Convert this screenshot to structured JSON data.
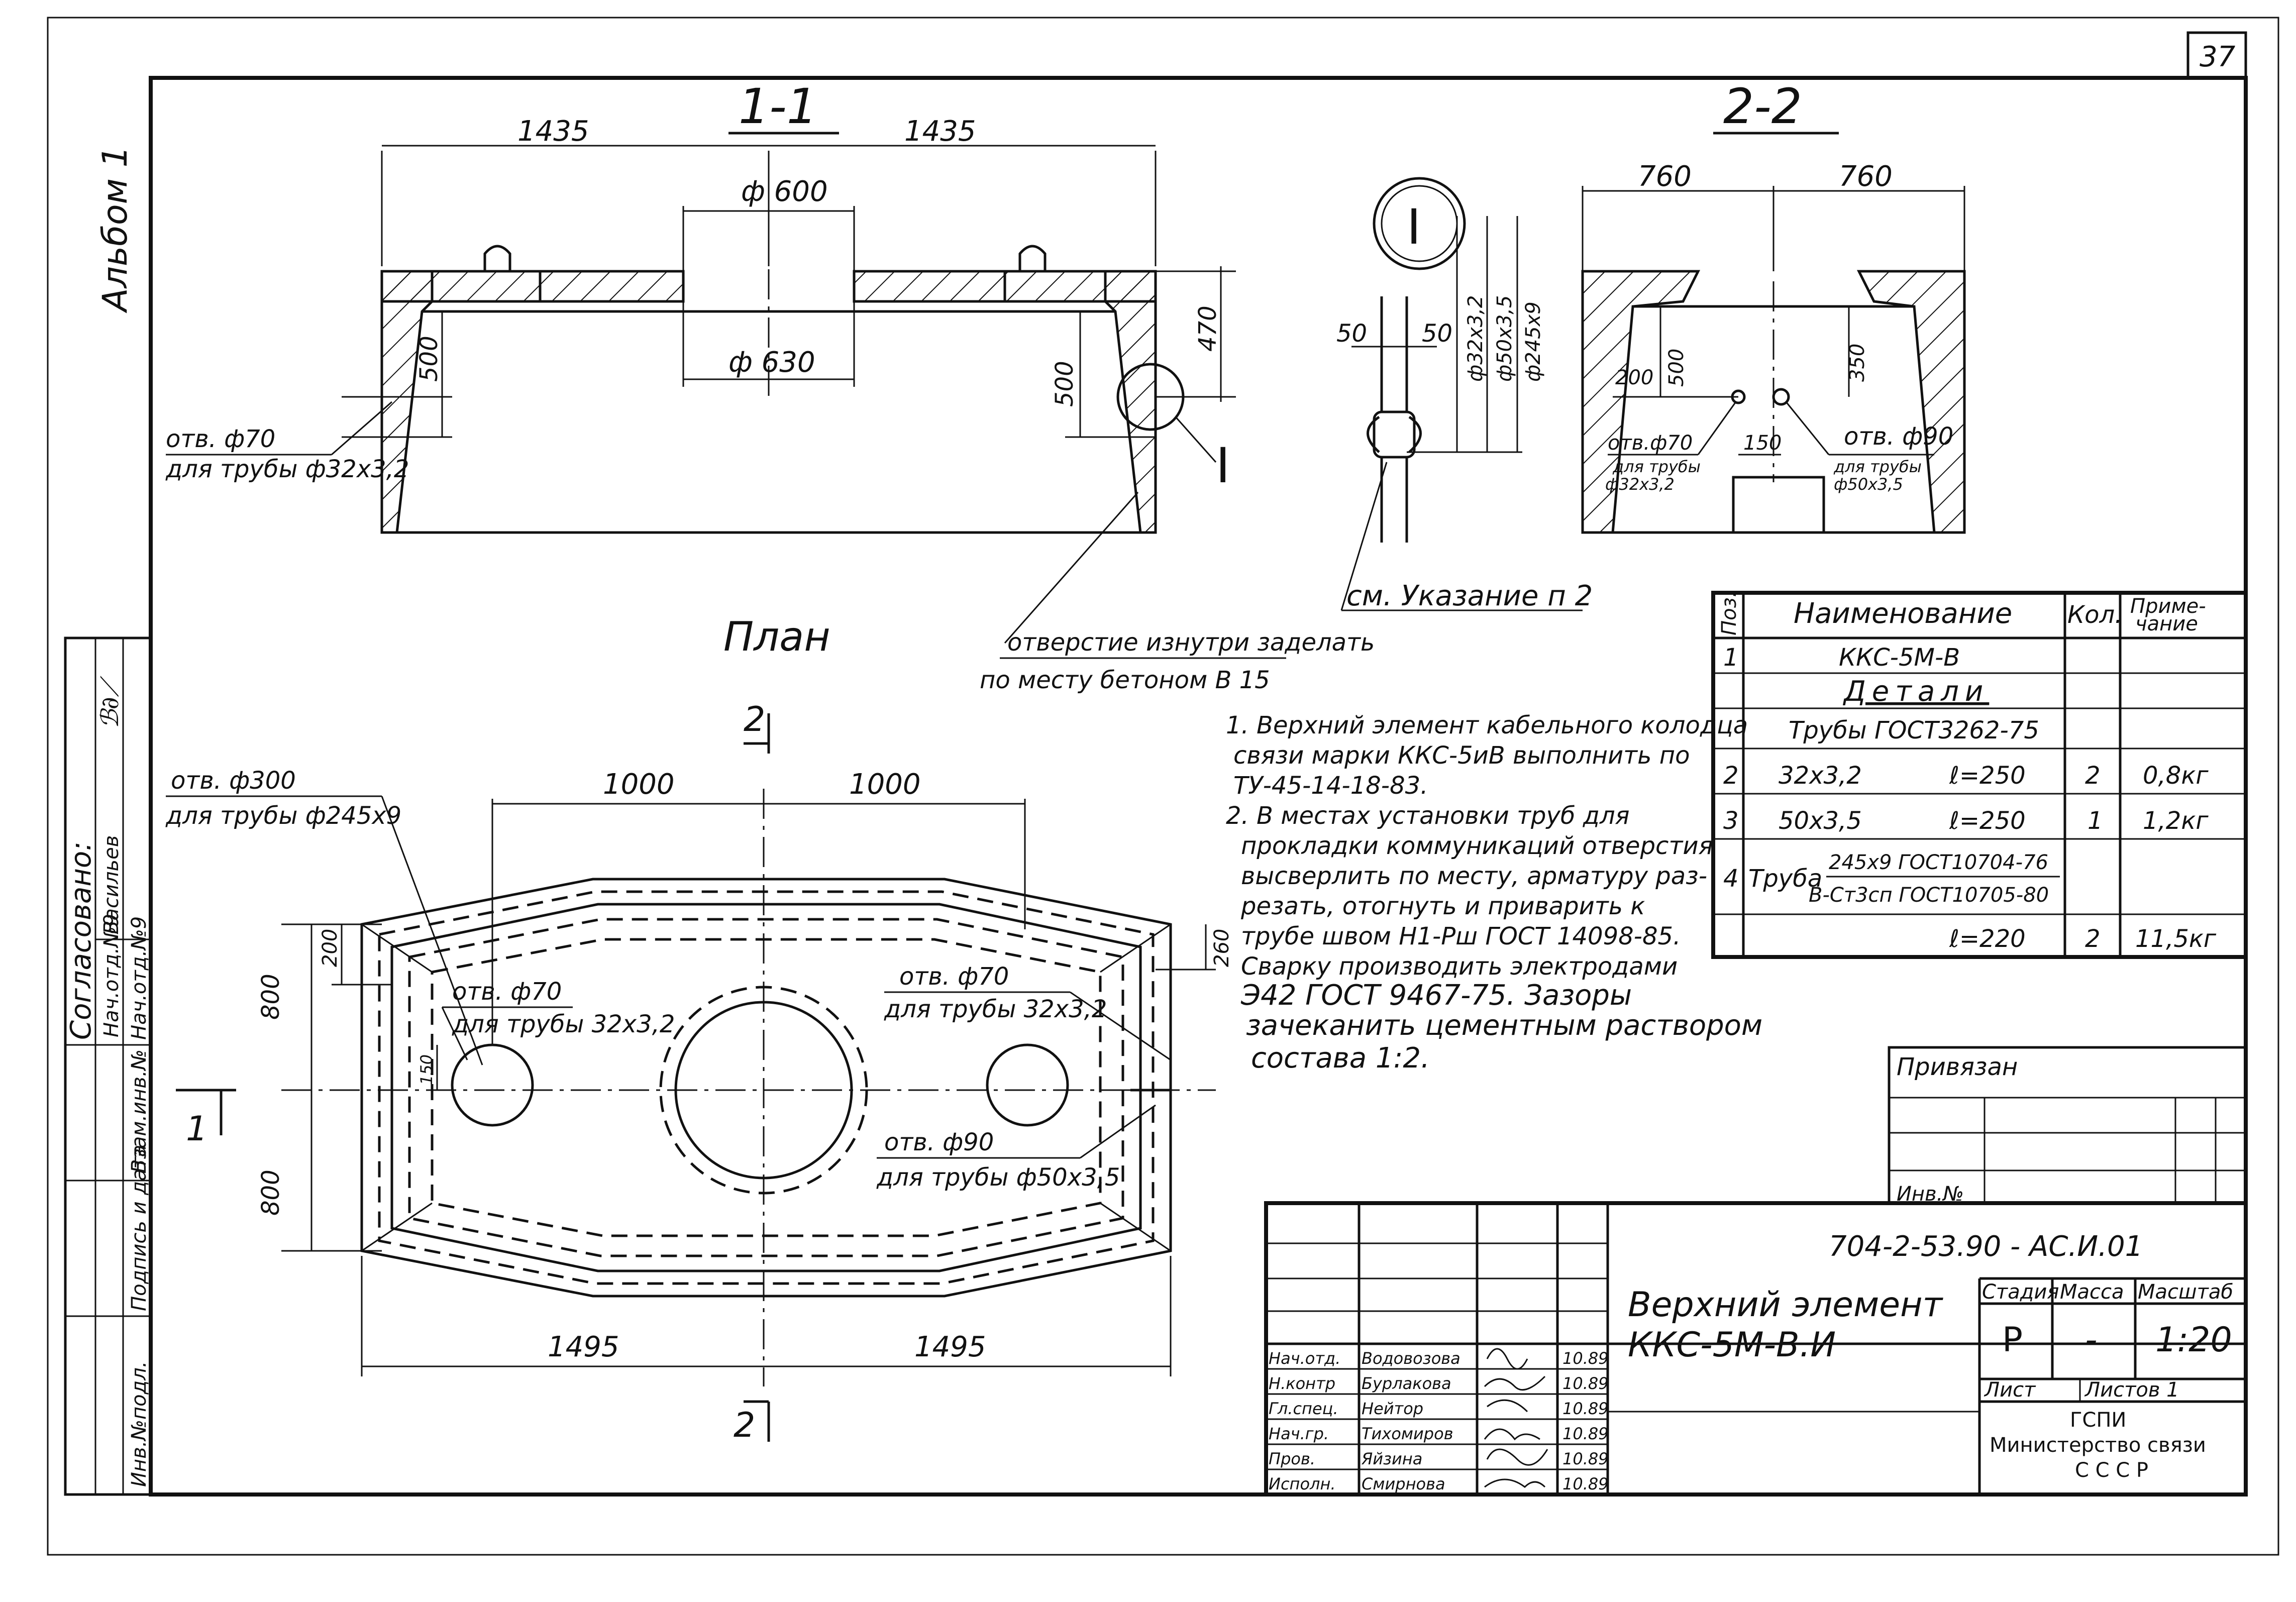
{
  "sheet": {
    "page_number": "37",
    "album": "Альбом 1",
    "designation": "704-2-53.90 - АС.И.01",
    "title_line1": "Верхний элемент",
    "title_line2": "ККС-5М-В.И",
    "stage_header": "Стадия",
    "mass_header": "Масса",
    "scale_header": "Масштаб",
    "stage": "Р",
    "mass": "-",
    "scale": "1:20",
    "sheet_label": "Лист",
    "sheets_label": "Листов 1",
    "org_line1": "ГСПИ",
    "org_line2": "Министерство связи",
    "org_line3": "С С С Р",
    "privyazan": "Привязан",
    "inv_no": "Инв.№"
  },
  "signatures": [
    {
      "role": "Нач.отд.",
      "name": "Водовозова",
      "date": "10.89"
    },
    {
      "role": "Н.контр",
      "name": "Бурлакова",
      "date": "10.89"
    },
    {
      "role": "Гл.спец.",
      "name": "Нейтор",
      "date": "10.89"
    },
    {
      "role": "Нач.гр.",
      "name": "Тихомиров",
      "date": "10.89"
    },
    {
      "role": "Пров.",
      "name": "Яйзина",
      "date": "10.89"
    },
    {
      "role": "Исполн.",
      "name": "Смирнова",
      "date": "10.89"
    }
  ],
  "margin": {
    "agreed": "Согласовано:",
    "agreed_role": "Нач.отд.№9",
    "agreed_name": "Васильев",
    "inv_podl": "Инв.№подл.",
    "podpis_data": "Подпись и дата",
    "vzam_inv": "Взам.инв.№"
  },
  "section11": {
    "title": "1-1",
    "dim_left": "1435",
    "dim_right": "1435",
    "d_top": "ф 600",
    "d_bottom": "ф 630",
    "h_right": "470",
    "h_left": "500",
    "h_inner": "500",
    "hole_note1": "отв. ф70",
    "hole_note2": "для трубы ф32х3,2",
    "callout": "I"
  },
  "section22": {
    "title": "2-2",
    "dim_left": "760",
    "dim_right": "760",
    "h200": "200",
    "h500": "500",
    "h350": "350",
    "d150": "150",
    "hole_a1": "отв.ф70",
    "hole_a2": "для трубы",
    "hole_a3": "ф32х3,2",
    "hole_b1": "отв. ф90",
    "hole_b2": "для трубы",
    "hole_b3": "ф50х3,5"
  },
  "detail": {
    "mark": "I",
    "d50a": "50",
    "d50b": "50",
    "p1": "ф32х3,2",
    "p2": "ф50х3,5",
    "p3": "ф245х9",
    "see_note": "см. Указание п 2"
  },
  "plan": {
    "title": "План",
    "fill_note1": "отверстие изнутри заделать",
    "fill_note2": "по месту бетоном В 15",
    "cut2": "2",
    "cut1": "1",
    "hole300a": "отв. ф300",
    "hole300b": "для трубы ф245х9",
    "d1000a": "1000",
    "d1000b": "1000",
    "d200": "200",
    "d260": "260",
    "d800a": "800",
    "d800b": "800",
    "d150": "150",
    "h70l1": "отв. ф70",
    "h70l2": "для трубы 32х3,2",
    "h70r1": "отв. ф70",
    "h70r2": "для трубы 32х3,2",
    "h90a": "отв. ф90",
    "h90b": "для трубы ф50х3,5",
    "d1495a": "1495",
    "d1495b": "1495"
  },
  "notes": [
    "1. Верхний элемент кабельного колодца",
    "связи марки ККС-5иВ выполнить по",
    "ТУ-45-14-18-83.",
    "2. В местах установки труб для",
    "прокладки коммуникаций отверстия",
    "высверлить по месту, арматуру раз-",
    "резать, отогнуть и приварить к",
    "трубе швом Н1-Рш ГОСТ 14098-85.",
    "Сварку производить электродами",
    "Э42 ГОСТ 9467-75. Зазоры",
    "зачеканить цементным раствором",
    "состава 1:2."
  ],
  "spec": {
    "headers": {
      "pos": "Поз.",
      "name": "Наименование",
      "qty": "Кол.",
      "note1": "Приме-",
      "note2": "чание"
    },
    "rows": [
      {
        "pos": "1",
        "name": "ККС-5М-В",
        "qty": "",
        "note": ""
      },
      {
        "pos": "",
        "name": "Детали",
        "qty": "",
        "note": ""
      },
      {
        "pos": "",
        "name": "Трубы ГОСТ3262-75",
        "qty": "",
        "note": ""
      },
      {
        "pos": "2",
        "name": "32х3,2",
        "len": "ℓ=250",
        "qty": "2",
        "note": "0,8кг"
      },
      {
        "pos": "3",
        "name": "50х3,5",
        "len": "ℓ=250",
        "qty": "1",
        "note": "1,2кг"
      },
      {
        "pos": "4",
        "name": "Труба",
        "name_a": "245х9 ГОСТ10704-76",
        "name_b": "В-Ст3сп ГОСТ10705-80",
        "qty": "",
        "note": ""
      },
      {
        "pos": "",
        "name": "",
        "len": "ℓ=220",
        "qty": "2",
        "note": "11,5кг"
      }
    ]
  }
}
